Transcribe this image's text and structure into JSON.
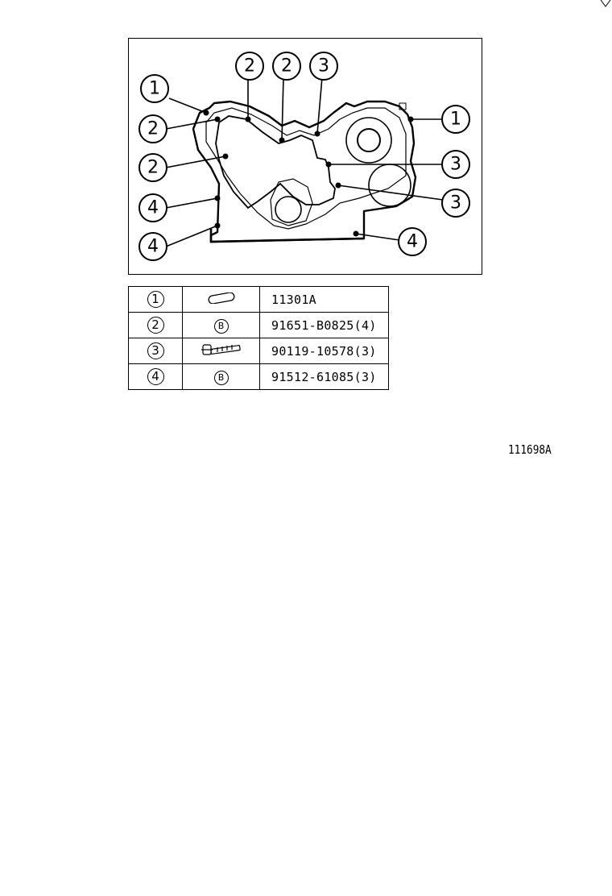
{
  "diagram": {
    "callouts": [
      {
        "id": "1",
        "text": "1"
      },
      {
        "id": "2",
        "text": "2"
      },
      {
        "id": "2",
        "text": "2"
      },
      {
        "id": "2",
        "text": "2"
      },
      {
        "id": "2",
        "text": "2"
      },
      {
        "id": "3",
        "text": "3"
      },
      {
        "id": "1",
        "text": "1"
      },
      {
        "id": "3",
        "text": "3"
      },
      {
        "id": "3",
        "text": "3"
      },
      {
        "id": "4",
        "text": "4"
      },
      {
        "id": "4",
        "text": "4"
      },
      {
        "id": "4",
        "text": "4"
      }
    ]
  },
  "parts_table": {
    "rows": [
      {
        "key": "1",
        "icon": "dowel-pin-icon",
        "part": "11301A"
      },
      {
        "key": "2",
        "icon": "b-mark-icon",
        "icon_text": "B",
        "part": "91651-B0825(4)"
      },
      {
        "key": "3",
        "icon": "bolt-icon",
        "part": "90119-10578(3)"
      },
      {
        "key": "4",
        "icon": "b-mark-icon",
        "icon_text": "B",
        "part": "91512-61085(3)"
      }
    ]
  },
  "figure_code": "111698A"
}
